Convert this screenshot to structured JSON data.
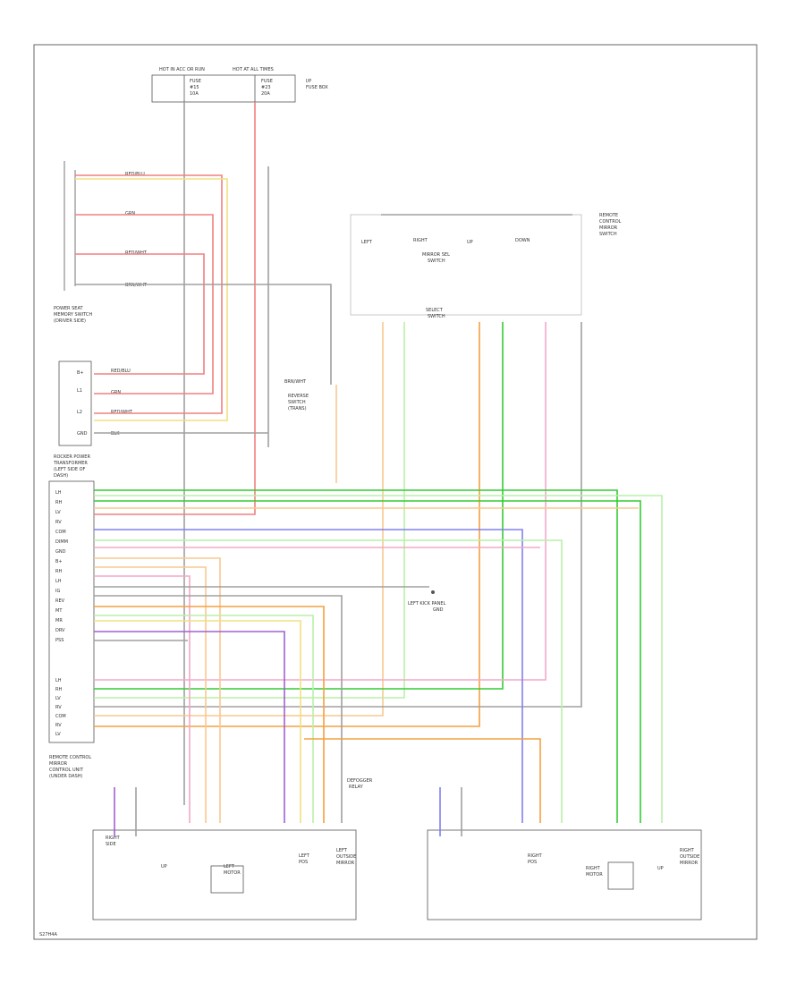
{
  "top_fuse": {
    "left_label": "HOT IN ACC OR RUN",
    "right_label": "HOT AT ALL TIMES",
    "left_lines": [
      "FUSE",
      "#15",
      "10A"
    ],
    "right_lines": [
      "FUSE",
      "#23",
      "20A"
    ],
    "panel_label": [
      "I/P",
      "FUSE BOX"
    ]
  },
  "memory_switch": {
    "label": [
      "POWER SEAT",
      "MEMORY SWITCH",
      "(DRIVER SIDE)"
    ],
    "wires": [
      "RED/BLU",
      "GRN",
      "RED/WHT",
      "BRN/WHT"
    ]
  },
  "ratio_box": {
    "label": [
      "ROCKER POWER",
      "TRANSFORMER",
      "(LEFT SIDE OF",
      "DASH)"
    ],
    "pins": [
      "B+",
      "L1",
      "L2",
      "GND"
    ],
    "wires": [
      "RED/BLU",
      "GRN",
      "RED/WHT",
      "BLK"
    ]
  },
  "reverse_switch": {
    "label": [
      "REVERSE",
      "SWITCH",
      "(TRANS)"
    ],
    "wire": "BRN/WHT"
  },
  "mirror_switch": {
    "label": [
      "REMOTE",
      "CONTROL",
      "MIRROR",
      "SWITCH"
    ],
    "labels": [
      "LEFT",
      "RIGHT",
      "UP",
      "DOWN"
    ],
    "sub": [
      "MIRROR SEL",
      "SWITCH"
    ],
    "bottom": [
      "SELECT",
      "SWITCH"
    ]
  },
  "control_unit": {
    "label": [
      "REMOTE CONTROL",
      "MIRROR",
      "CONTROL UNIT",
      "(UNDER DASH)"
    ],
    "pins_top": [
      "LH",
      "RH",
      "LV",
      "RV",
      "COM",
      "DIMM",
      "GND",
      "B+",
      "RH",
      "LH",
      "IG",
      "REV",
      "MT",
      "MR",
      "DRV",
      "PSS"
    ],
    "pins_bottom": [
      "LH",
      "RH",
      "LV",
      "RV",
      "COM",
      "RV",
      "LV"
    ]
  },
  "ground_left": {
    "label": [
      "LEFT KICK PANEL",
      "GND"
    ]
  },
  "ground_right": {
    "label": [
      "RIGHT",
      "SIDE"
    ]
  },
  "left_mirror": {
    "label": [
      "LEFT",
      "OUTSIDE",
      "MIRROR"
    ],
    "motors": [
      "UP",
      "LEFT",
      "MOTOR"
    ],
    "pos": [
      "LEFT",
      "POS"
    ]
  },
  "right_mirror": {
    "label": [
      "RIGHT",
      "OUTSIDE",
      "MIRROR"
    ],
    "motors": [
      "UP",
      "RIGHT",
      "MOTOR"
    ],
    "pos": [
      "RIGHT",
      "POS"
    ]
  },
  "defogger": {
    "label": [
      "DEFOGGER",
      "RELAY"
    ]
  },
  "footer_code": "S27H4A",
  "colors": {
    "red": "#f08080",
    "pink": "#f4a8c8",
    "green": "#33cc33",
    "lightgreen": "#b8f0a8",
    "orange": "#f4a040",
    "lightorange": "#f8c890",
    "yellow": "#f0e080",
    "blue": "#8080f0",
    "purple": "#a060d0",
    "gray": "#a0a0a0"
  }
}
